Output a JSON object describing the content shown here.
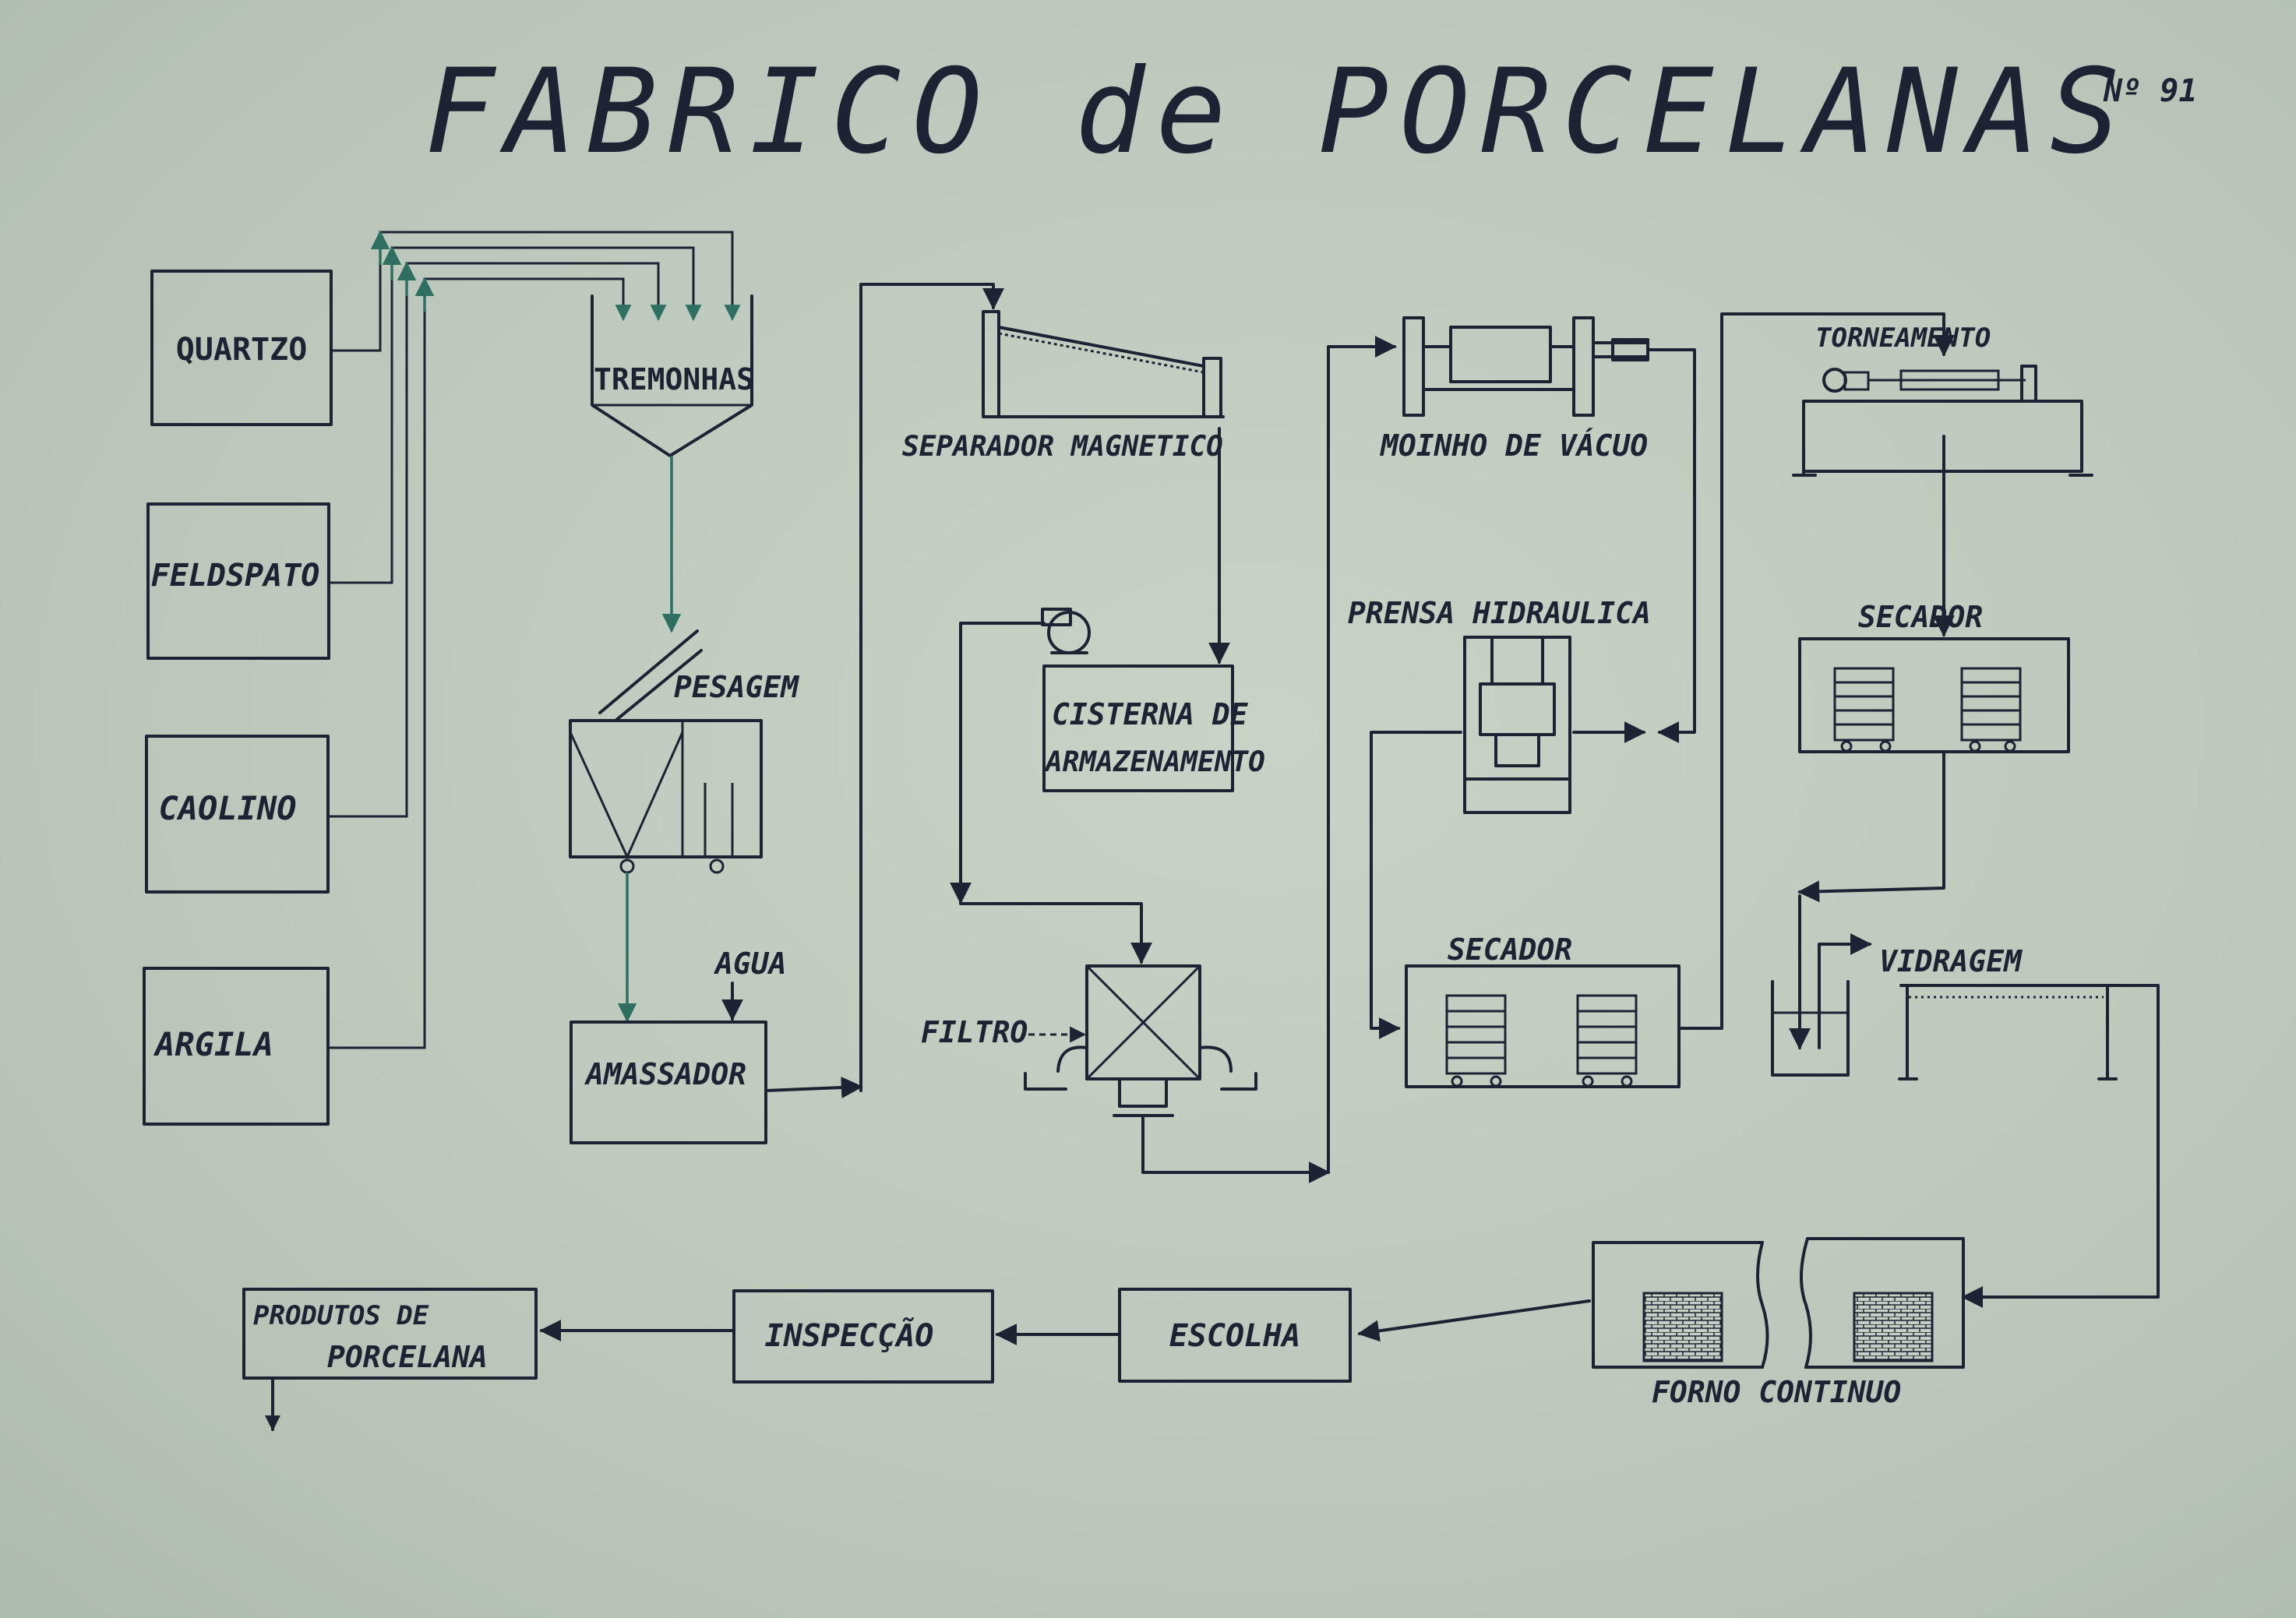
{
  "title": {
    "main": "FABRICO de PORCELANAS",
    "number": "Nº 91"
  },
  "colors": {
    "paper": "#c3cfc2",
    "ink": "#1c2433",
    "flow_lines_teal": "#2f6f62"
  },
  "raw_materials": {
    "quartzo": "QUARTZO",
    "feldspato": "FELDSPATO",
    "caolino": "CAOLINO",
    "argila": "ARGILA"
  },
  "stages": {
    "tremonhas": "TREMONHAS",
    "pesagem": "PESAGEM",
    "agua": "AGUA",
    "amassador": "AMASSADOR",
    "separador": "SEPARADOR MAGNETICO",
    "cisterna_line1": "CISTERNA DE",
    "cisterna_line2": "ARMAZENAMENTO",
    "filtro": "FILTRO",
    "moinho": "MOINHO DE VÁCUO",
    "prensa": "PRENSA HIDRAULICA",
    "secador_1": "SECADOR",
    "torneamento": "TORNEAMENTO",
    "secador_2": "SECADOR",
    "vidragem": "VIDRAGEM",
    "torno": "FORNO CONTINUO",
    "escolha": "ESCOLHA",
    "inspeccao": "INSPECÇÃO",
    "produtos_line1": "PRODUTOS DE",
    "produtos_line2": "PORCELANA"
  }
}
